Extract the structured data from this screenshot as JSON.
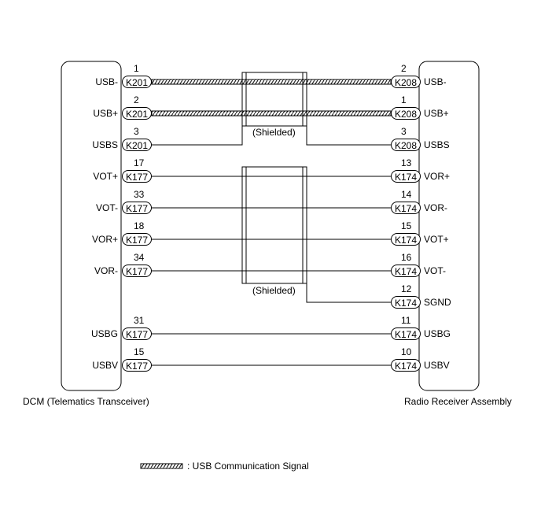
{
  "left_component": {
    "name": "DCM (Telematics Transceiver)"
  },
  "right_component": {
    "name": "Radio Receiver Assembly"
  },
  "shield_label": "(Shielded)",
  "legend": {
    "text": ": USB Communication Signal"
  },
  "wires": [
    {
      "l_pin": "1",
      "l_conn": "K201",
      "l_name": "USB-",
      "r_pin": "2",
      "r_conn": "K208",
      "r_name": "USB-",
      "usb": true
    },
    {
      "l_pin": "2",
      "l_conn": "K201",
      "l_name": "USB+",
      "r_pin": "1",
      "r_conn": "K208",
      "r_name": "USB+",
      "usb": true
    },
    {
      "l_pin": "3",
      "l_conn": "K201",
      "l_name": "USBS",
      "r_pin": "3",
      "r_conn": "K208",
      "r_name": "USBS",
      "usb": false
    },
    {
      "l_pin": "17",
      "l_conn": "K177",
      "l_name": "VOT+",
      "r_pin": "13",
      "r_conn": "K174",
      "r_name": "VOR+",
      "usb": false
    },
    {
      "l_pin": "33",
      "l_conn": "K177",
      "l_name": "VOT-",
      "r_pin": "14",
      "r_conn": "K174",
      "r_name": "VOR-",
      "usb": false
    },
    {
      "l_pin": "18",
      "l_conn": "K177",
      "l_name": "VOR+",
      "r_pin": "15",
      "r_conn": "K174",
      "r_name": "VOT+",
      "usb": false
    },
    {
      "l_pin": "34",
      "l_conn": "K177",
      "l_name": "VOR-",
      "r_pin": "16",
      "r_conn": "K174",
      "r_name": "VOT-",
      "usb": false
    },
    {
      "l_pin": "",
      "l_conn": "",
      "l_name": "",
      "r_pin": "12",
      "r_conn": "K174",
      "r_name": "SGND",
      "usb": false
    },
    {
      "l_pin": "31",
      "l_conn": "K177",
      "l_name": "USBG",
      "r_pin": "11",
      "r_conn": "K174",
      "r_name": "USBG",
      "usb": false
    },
    {
      "l_pin": "15",
      "l_conn": "K177",
      "l_name": "USBV",
      "r_pin": "10",
      "r_conn": "K174",
      "r_name": "USBV",
      "usb": false
    }
  ]
}
